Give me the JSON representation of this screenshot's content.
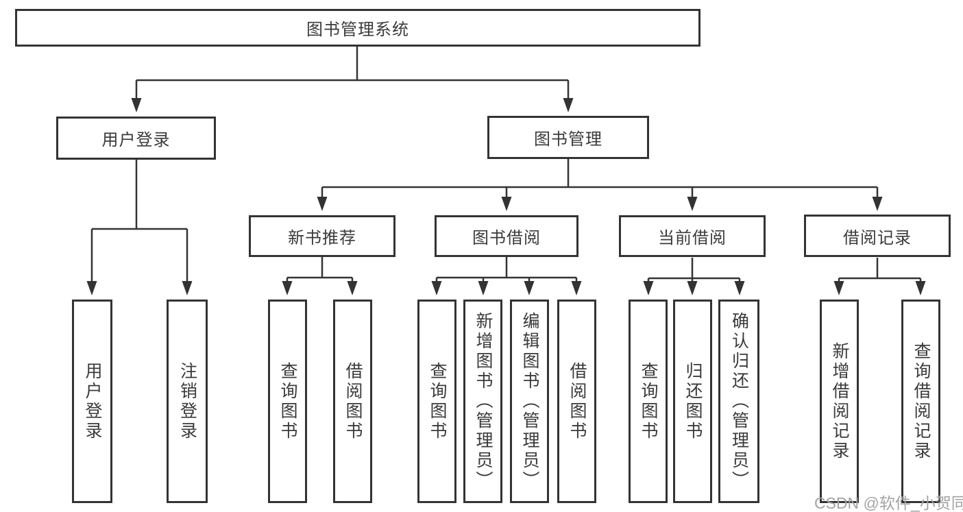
{
  "diagram": {
    "root": {
      "label": "图书管理系统"
    },
    "level2": [
      {
        "label": "用户登录",
        "children": [
          "用户登录",
          "注销登录"
        ]
      },
      {
        "label": "图书管理",
        "children": [
          {
            "label": "新书推荐",
            "children": [
              "查询图书",
              "借阅图书"
            ]
          },
          {
            "label": "图书借阅",
            "children": [
              "查询图书",
              "新增图书（管理员）",
              "编辑图书（管理员）",
              "借阅图书"
            ]
          },
          {
            "label": "当前借阅",
            "children": [
              "查询图书",
              "归还图书",
              "确认归还（管理员）"
            ]
          },
          {
            "label": "借阅记录",
            "children": [
              "新增借阅记录",
              "查询借阅记录"
            ]
          }
        ]
      }
    ]
  },
  "watermark": {
    "text": "CSDN @软件_小贺同学"
  },
  "colors": {
    "line": "#333333",
    "text": "#3a3a3a",
    "watermark_gray": "#a3a3a6",
    "background": "#ffffff"
  }
}
